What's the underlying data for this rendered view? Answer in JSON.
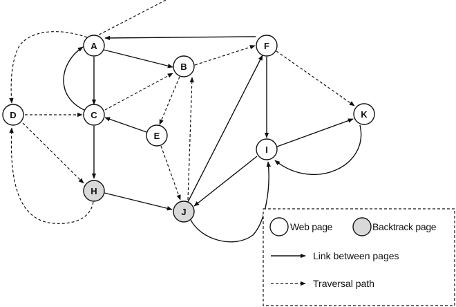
{
  "nodes": {
    "A": {
      "label": "A",
      "type": "web_page"
    },
    "B": {
      "label": "B",
      "type": "web_page"
    },
    "C": {
      "label": "C",
      "type": "web_page"
    },
    "D": {
      "label": "D",
      "type": "web_page"
    },
    "E": {
      "label": "E",
      "type": "web_page"
    },
    "F": {
      "label": "F",
      "type": "web_page"
    },
    "H": {
      "label": "H",
      "type": "backtrack_page"
    },
    "I": {
      "label": "I",
      "type": "web_page"
    },
    "J": {
      "label": "J",
      "type": "backtrack_page"
    },
    "K": {
      "label": "K",
      "type": "web_page"
    }
  },
  "links": [
    {
      "from": "A",
      "to": "B"
    },
    {
      "from": "A",
      "to": "C"
    },
    {
      "from": "C",
      "to": "A"
    },
    {
      "from": "C",
      "to": "H"
    },
    {
      "from": "H",
      "to": "J"
    },
    {
      "from": "E",
      "to": "C"
    },
    {
      "from": "F",
      "to": "A"
    },
    {
      "from": "F",
      "to": "I"
    },
    {
      "from": "J",
      "to": "F"
    },
    {
      "from": "I",
      "to": "J"
    },
    {
      "from": "J",
      "to": "I"
    },
    {
      "from": "I",
      "to": "K"
    },
    {
      "from": "K",
      "to": "I"
    }
  ],
  "traversal": [
    {
      "from": "external",
      "to": "A"
    },
    {
      "from": "A",
      "to": "D"
    },
    {
      "from": "D",
      "to": "C"
    },
    {
      "from": "C",
      "to": "B"
    },
    {
      "from": "B",
      "to": "F"
    },
    {
      "from": "F",
      "to": "K"
    },
    {
      "from": "B",
      "to": "E"
    },
    {
      "from": "E",
      "to": "J"
    },
    {
      "from": "J",
      "to": "B"
    },
    {
      "from": "D",
      "to": "H"
    },
    {
      "from": "H",
      "to": "D"
    }
  ],
  "legend": {
    "web_page": "Web page",
    "backtrack_page": "Backtrack page",
    "link": "Link between pages",
    "traversal": "Traversal path"
  },
  "colors": {
    "web_page_fill": "#ffffff",
    "backtrack_fill": "#d9d9d9",
    "stroke": "#111111"
  }
}
